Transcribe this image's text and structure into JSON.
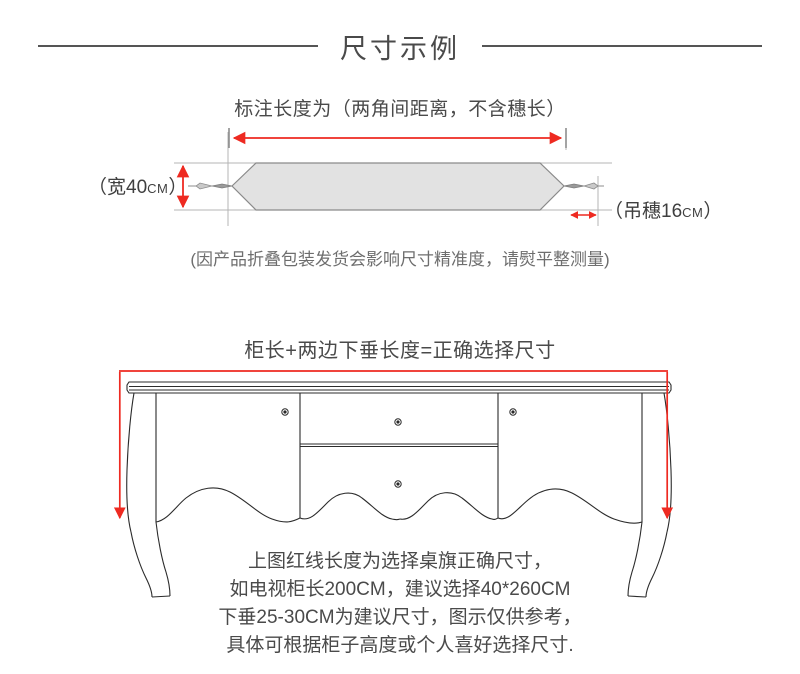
{
  "page": {
    "title": "尺寸示例",
    "background_color": "#ffffff",
    "accent_color": "#e8221b",
    "line_color": "#555555"
  },
  "section_runner": {
    "caption": "标注长度为（两角间距离，不含穗长）",
    "width_label_prefix": "（宽40",
    "width_label_unit": "CM",
    "width_label_suffix": "）",
    "tassel_label_prefix": "（吊穗16",
    "tassel_label_unit": "CM",
    "tassel_label_suffix": "）",
    "note": "(因产品折叠包装发货会影响尺寸精准度，请熨平整测量)",
    "runner_fill": "#e2e2e2",
    "runner_stroke": "#8a8a8a",
    "guide_color": "#b3b3b3"
  },
  "section_cabinet": {
    "caption": "柜长+两边下垂长度=正确选择尺寸",
    "lines": [
      "上图红线长度为选择桌旗正确尺寸，",
      "如电视柜长200CM，建议选择40*260CM",
      "下垂25-30CM为建议尺寸，图示仅供参考，",
      "具体可根据柜子高度或个人喜好选择尺寸."
    ],
    "drawing_stroke": "#2b2b2b",
    "measure_color": "#ee2a21"
  }
}
